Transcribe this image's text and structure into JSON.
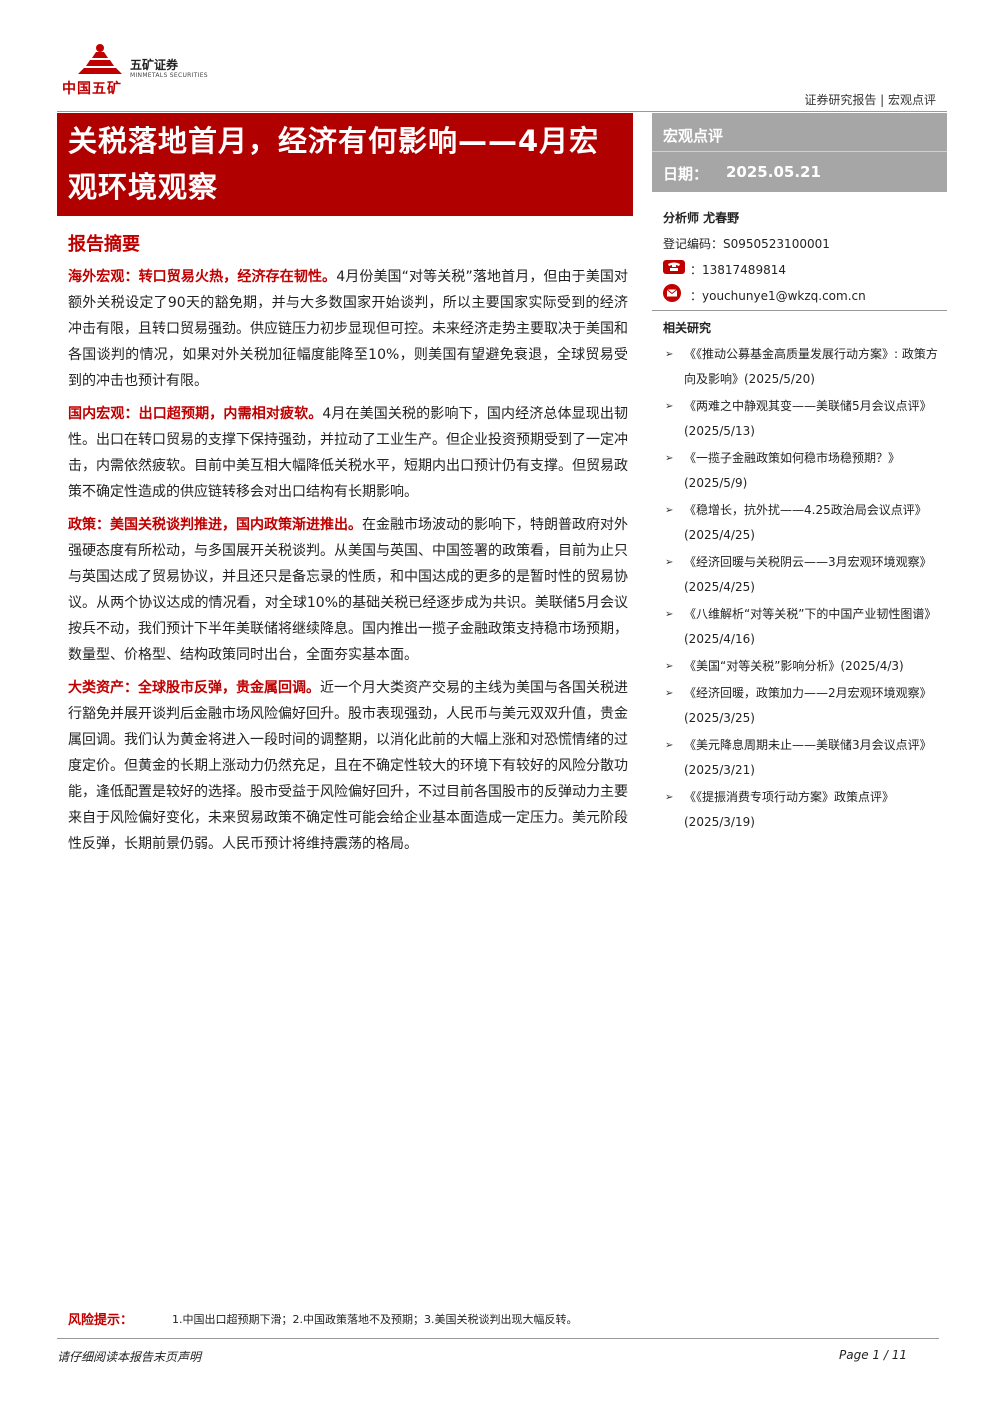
{
  "logo": {
    "group_name": "中国五矿",
    "brand": "五矿证券",
    "brand_en": "MINMETALS SECURITIES"
  },
  "header": {
    "doc_type": "证券研究报告 | 宏观点评"
  },
  "title": "关税落地首月，经济有何影响——4月宏观环境观察",
  "side": {
    "category": "宏观点评",
    "date_label": "日期：",
    "date": "2025.05.21",
    "analyst": "分析师 尤春野",
    "registration": "登记编码：S0950523100001",
    "phone": "：13817489814",
    "email": "：youchunye1@wkzq.com.cn",
    "related_head": "相关研究"
  },
  "related": [
    "《《推动公募基金高质量发展行动方案》: 政策方向及影响》(2025/5/20)",
    "《两难之中静观其变——美联储5月会议点评》(2025/5/13)",
    "《一揽子金融政策如何稳市场稳预期？》(2025/5/9)",
    "《稳增长，抗外扰——4.25政治局会议点评》(2025/4/25)",
    "《经济回暖与关税阴云——3月宏观环境观察》(2025/4/25)",
    "《八维解析“对等关税”下的中国产业韧性图谱》(2025/4/16)",
    "《美国“对等关税”影响分析》(2025/4/3)",
    "《经济回暖，政策加力——2月宏观环境观察》(2025/3/25)",
    "《美元降息周期未止——美联储3月会议点评》(2025/3/21)",
    "《《提振消费专项行动方案》政策点评》(2025/3/19)"
  ],
  "summary_head": "报告摘要",
  "paragraphs": [
    {
      "lead": "海外宏观：转口贸易火热，经济存在韧性。",
      "text": "4月份美国“对等关税”落地首月，但由于美国对额外关税设定了90天的豁免期，并与大多数国家开始谈判，所以主要国家实际受到的经济冲击有限，且转口贸易强劲。供应链压力初步显现但可控。未来经济走势主要取决于美国和各国谈判的情况，如果对外关税加征幅度能降至10%，则美国有望避免衰退，全球贸易受到的冲击也预计有限。"
    },
    {
      "lead": "国内宏观：出口超预期，内需相对疲软。",
      "text": "4月在美国关税的影响下，国内经济总体显现出韧性。出口在转口贸易的支撑下保持强劲，并拉动了工业生产。但企业投资预期受到了一定冲击，内需依然疲软。目前中美互相大幅降低关税水平，短期内出口预计仍有支撑。但贸易政策不确定性造成的供应链转移会对出口结构有长期影响。"
    },
    {
      "lead": "政策：美国关税谈判推进，国内政策渐进推出。",
      "text": "在金融市场波动的影响下，特朗普政府对外强硬态度有所松动，与多国展开关税谈判。从美国与英国、中国签署的政策看，目前为止只与英国达成了贸易协议，并且还只是备忘录的性质，和中国达成的更多的是暂时性的贸易协议。从两个协议达成的情况看，对全球10%的基础关税已经逐步成为共识。美联储5月会议按兵不动，我们预计下半年美联储将继续降息。国内推出一揽子金融政策支持稳市场预期，数量型、价格型、结构政策同时出台，全面夯实基本面。"
    },
    {
      "lead": "大类资产：全球股市反弹，贵金属回调。",
      "text": "近一个月大类资产交易的主线为美国与各国关税进行豁免并展开谈判后金融市场风险偏好回升。股市表现强劲，人民币与美元双双升值，贵金属回调。我们认为黄金将进入一段时间的调整期，以消化此前的大幅上涨和对恐慌情绪的过度定价。但黄金的长期上涨动力仍然充足，且在不确定性较大的环境下有较好的风险分散功能，逢低配置是较好的选择。股市受益于风险偏好回升，不过目前各国股市的反弹动力主要来自于风险偏好变化，未来贸易政策不确定性可能会给企业基本面造成一定压力。美元阶段性反弹，长期前景仍弱。人民币预计将维持震荡的格局。"
    }
  ],
  "risk": {
    "label": "风险提示：",
    "text": "1.中国出口超预期下滑；2.中国政策落地不及预期；3.美国关税谈判出现大幅反转。"
  },
  "footer": {
    "disclaimer": "请仔细阅读本报告末页声明",
    "page": "Page 1 / 11"
  },
  "colors": {
    "accent_red": "#b00000",
    "side_gray": "#a6a6a6"
  },
  "icons": [
    "phone-icon",
    "email-icon",
    "arrow-bullet-icon"
  ]
}
